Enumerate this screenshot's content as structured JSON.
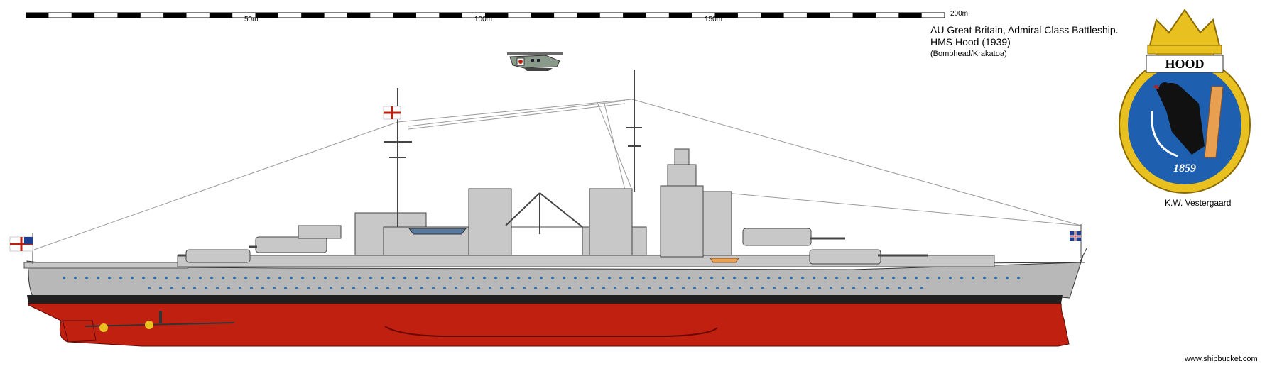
{
  "scale": {
    "ticks": [
      "50m",
      "100m",
      "150m",
      "200m"
    ]
  },
  "info": {
    "line1": "AU Great Britain, Admiral Class Battleship.",
    "line2": "HMS Hood (1939)",
    "line3": "(Bombhead/Krakatoa)"
  },
  "badge": {
    "name": "HOOD",
    "year": "1859"
  },
  "author": "K.W. Vestergaard",
  "site": "www.shipbucket.com",
  "colors": {
    "hull_grey": "#b8b8b8",
    "superstructure_grey": "#c8c8c8",
    "antifouling_red": "#c02010",
    "boot_top": "#202020",
    "porthole": "#3a6ea8",
    "badge_blue": "#1f5fb0",
    "badge_gold": "#e8c020"
  },
  "icons": [
    "red-ensign-flag",
    "union-jack-flag",
    "white-ensign-flag",
    "seaplane-icon",
    "ship-crest-badge",
    "raven-emblem-icon",
    "crown-icon"
  ]
}
